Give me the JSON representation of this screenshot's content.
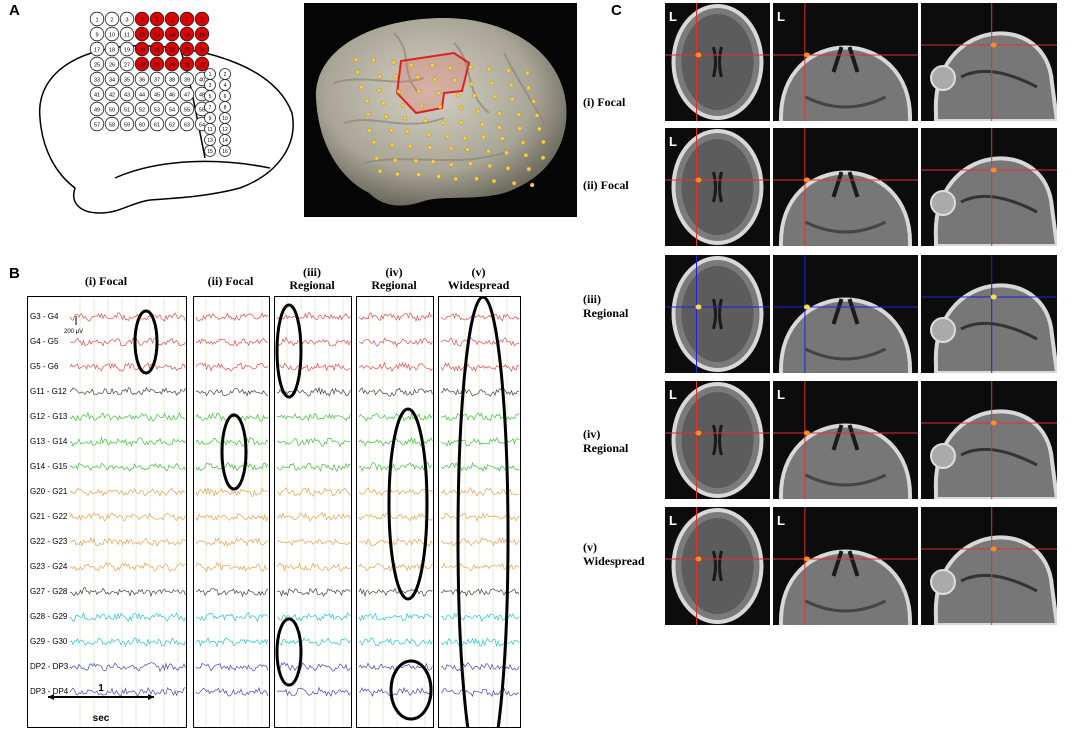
{
  "panels": {
    "a": "A",
    "b": "B",
    "c": "C"
  },
  "eeg": {
    "columns": [
      {
        "title": "(i) Focal"
      },
      {
        "title": "(ii) Focal"
      },
      {
        "title": "(iii)\nRegional"
      },
      {
        "title": "(iv)\nRegional"
      },
      {
        "title": "(v)\nWidespread"
      }
    ],
    "channels": [
      "G3 - G4",
      "G4 - G5",
      "G5 - G6",
      "G11 - G12",
      "G12 - G13",
      "G13 - G14",
      "G14 - G15",
      "G20 - G21",
      "G21 - G22",
      "G22 - G23",
      "G23 - G24",
      "G27 - G28",
      "G28 - G29",
      "G29 - G30",
      "DP2 - DP3",
      "DP3 - DP4"
    ],
    "channel_colors": [
      "#e84b4b",
      "#e84b4b",
      "#e84b4b",
      "#444444",
      "#3cc43c",
      "#3cc43c",
      "#3cc43c",
      "#f0a050",
      "#f0a050",
      "#f0a050",
      "#f0a050",
      "#444444",
      "#28c8c8",
      "#28c8c8",
      "#4646c8",
      "#4646c8"
    ],
    "amplitude_scale": "200 μV",
    "time_scale_value": "1",
    "time_scale_unit": "sec"
  },
  "mri": {
    "rows": [
      {
        "label": "(i) Focal",
        "marker_color": "#e03030"
      },
      {
        "label": "(ii) Focal",
        "marker_color": "#e03030"
      },
      {
        "label": "(iii)\nRegional",
        "marker_color": "#2020e0"
      },
      {
        "label": "(iv)\nRegional",
        "marker_color": "#e03030"
      },
      {
        "label": "(v)\nWidespread",
        "marker_color": "#e03030"
      }
    ],
    "orientation_label": "L"
  },
  "grid": {
    "main_labels": [
      "1",
      "2",
      "3",
      "4",
      "5",
      "6",
      "7",
      "8",
      "9",
      "10",
      "11",
      "12",
      "13",
      "14",
      "15",
      "16",
      "17",
      "18",
      "19",
      "20",
      "21",
      "22",
      "23",
      "24",
      "25",
      "26",
      "27",
      "28",
      "29",
      "30",
      "31",
      "32",
      "33",
      "34",
      "35",
      "36",
      "37",
      "38",
      "39",
      "40",
      "41",
      "42",
      "43",
      "44",
      "45",
      "46",
      "47",
      "48",
      "49",
      "50",
      "51",
      "52",
      "53",
      "54",
      "55",
      "56",
      "57",
      "58",
      "59",
      "60",
      "61",
      "62",
      "63",
      "64"
    ],
    "strip_labels": [
      "1",
      "2",
      "3",
      "4",
      "5",
      "6",
      "7",
      "8",
      "9",
      "10",
      "11",
      "12",
      "13",
      "14",
      "15",
      "16"
    ]
  }
}
